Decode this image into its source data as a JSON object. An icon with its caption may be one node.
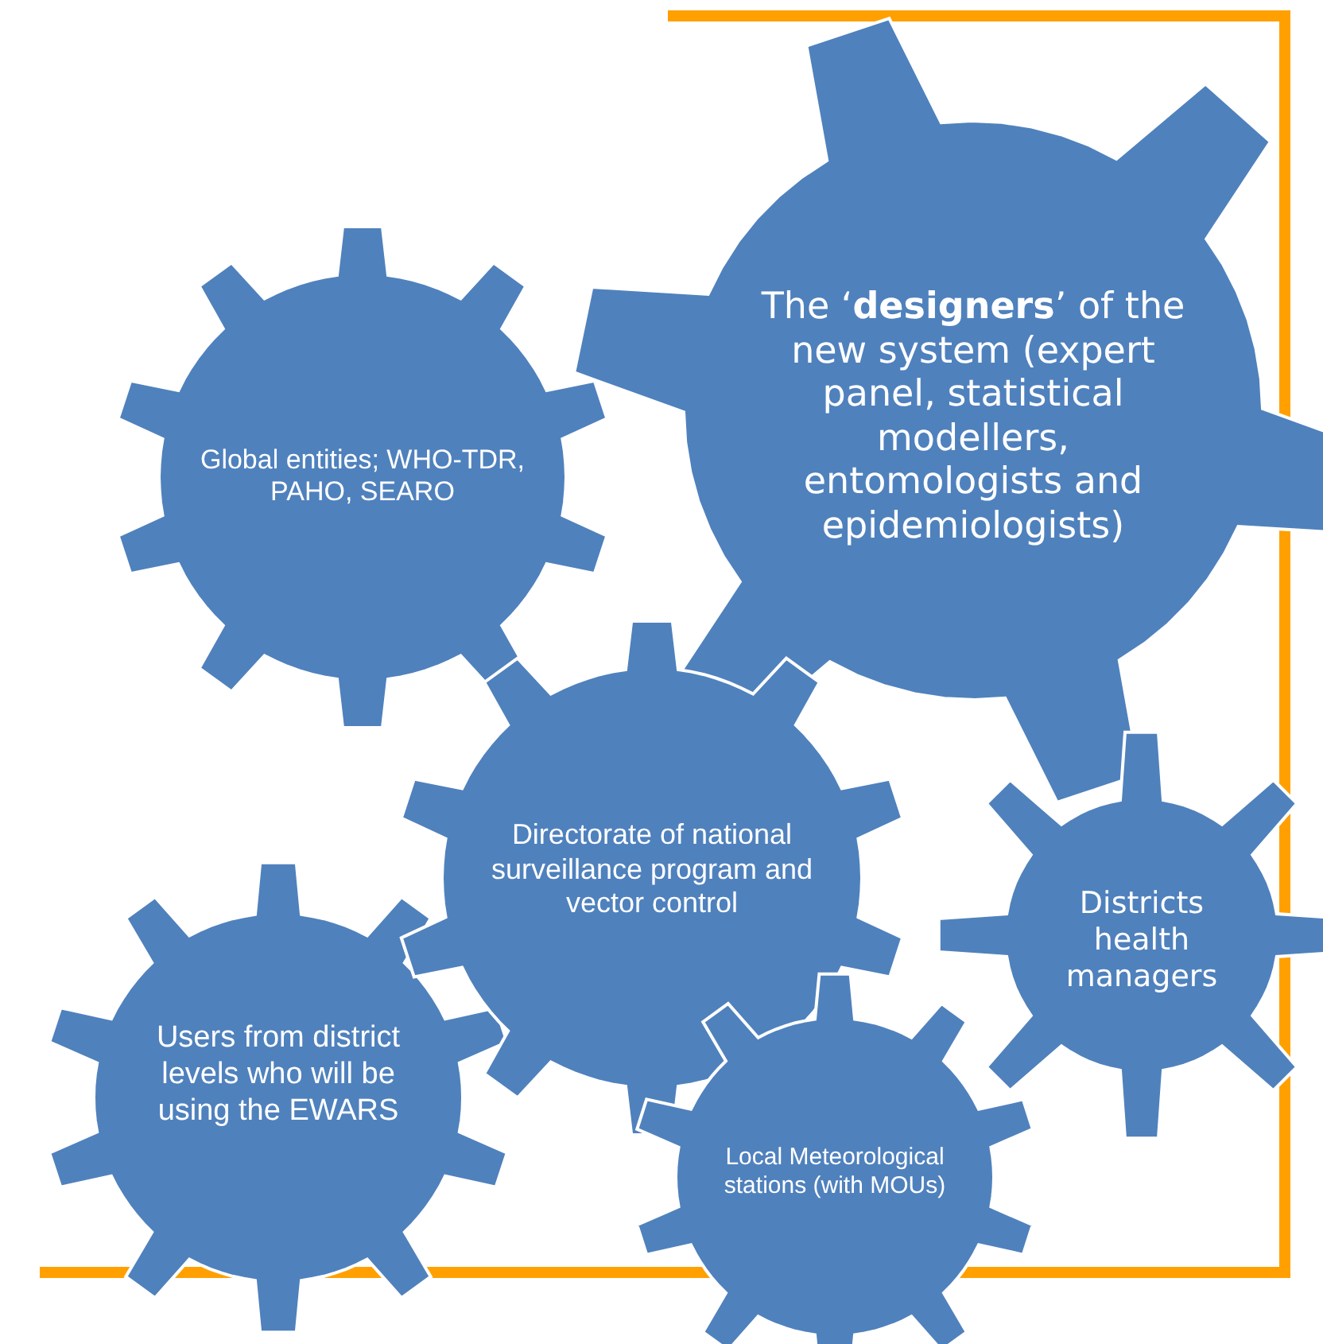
{
  "diagram": {
    "nodes": [
      {
        "text": [
          "Global entities; WHO-TDR, PAHO, SEARO"
        ]
      },
      {
        "text": [
          "The ‘**designers**’ of the new system (expert panel, statistical modellers, entomologists and epidemiologists)"
        ]
      },
      {
        "text": [
          "Directorate of national surveillance program and vector control"
        ]
      },
      {
        "text": [
          "Districts health managers"
        ]
      },
      {
        "text": [
          "Users from district levels who will be using the EWARS"
        ]
      },
      {
        "text": [
          "Local Meteorological stations (with MOUs)"
        ]
      }
    ]
  }
}
